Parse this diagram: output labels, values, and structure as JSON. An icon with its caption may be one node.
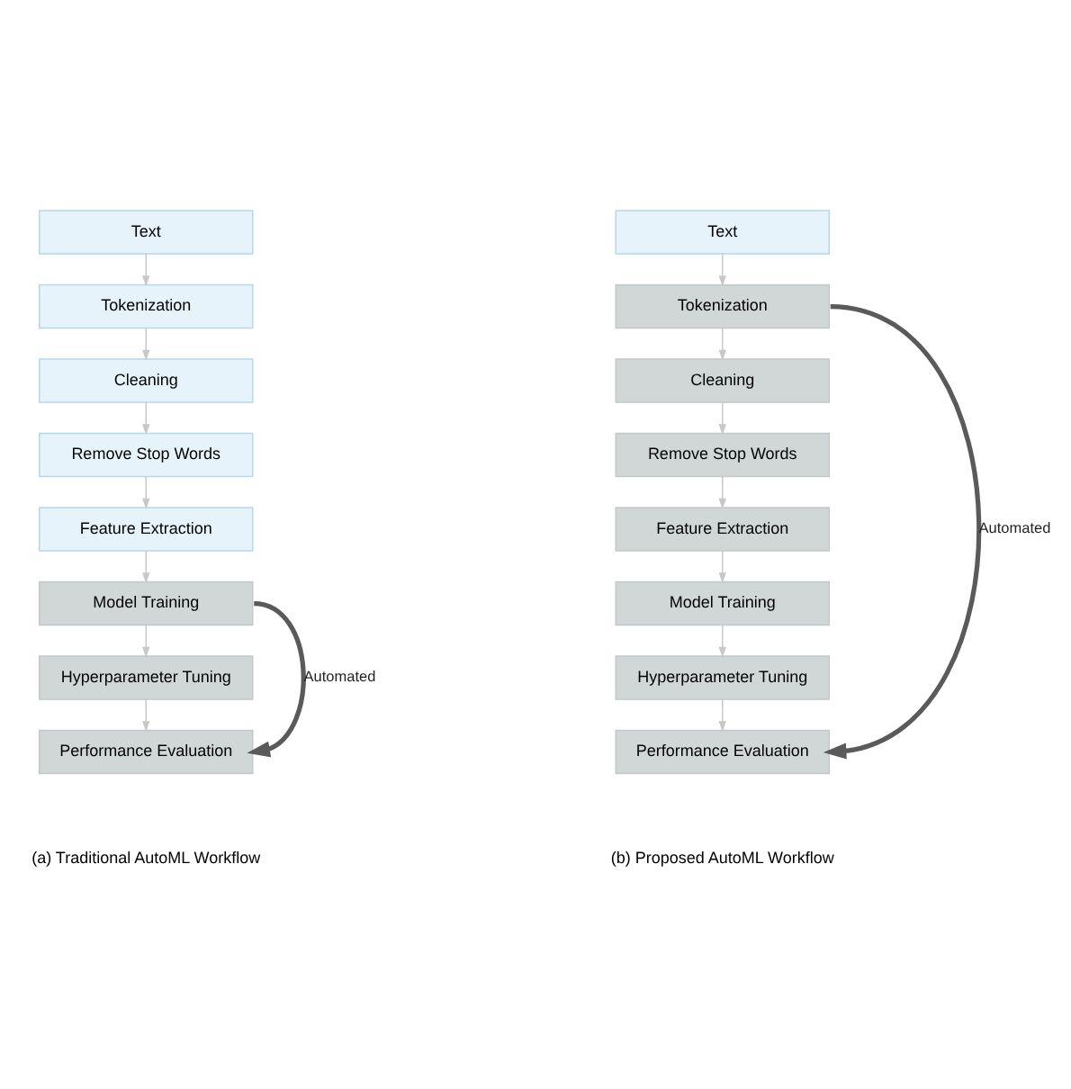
{
  "diagram": {
    "nodes": [
      {
        "text": [
          "Text"
        ]
      },
      {
        "text": [
          "Tokenization"
        ]
      },
      {
        "text": [
          "Cleaning"
        ]
      },
      {
        "text": [
          "Remove Stop Words"
        ]
      },
      {
        "text": [
          "Feature Extraction"
        ]
      },
      {
        "text": [
          "Model Training"
        ]
      },
      {
        "text": [
          "Hyperparameter Tuning"
        ]
      },
      {
        "text": [
          "Performance Evaluation"
        ]
      },
      {
        "text": [
          "Text"
        ]
      },
      {
        "text": [
          "Tokenization"
        ]
      },
      {
        "text": [
          "Cleaning"
        ]
      },
      {
        "text": [
          "Remove Stop Words"
        ]
      },
      {
        "text": [
          "Feature Extraction"
        ]
      },
      {
        "text": [
          "Model Training"
        ]
      },
      {
        "text": [
          "Hyperparameter Tuning"
        ]
      },
      {
        "text": [
          "Performance Evaluation"
        ]
      }
    ],
    "edges": [
      {
        "from": 0,
        "to": 1,
        "arrow": "to"
      },
      {
        "from": 1,
        "to": 2,
        "arrow": "to"
      },
      {
        "from": 2,
        "to": 3,
        "arrow": "to"
      },
      {
        "from": 3,
        "to": 4,
        "arrow": "to"
      },
      {
        "from": 4,
        "to": 5,
        "arrow": "to"
      },
      {
        "from": 5,
        "to": 6,
        "arrow": "to"
      },
      {
        "from": 6,
        "to": 7,
        "arrow": "to"
      },
      {
        "from": 5,
        "to": 7,
        "arrow": "to",
        "label": "Automated",
        "style": "thick",
        "color": "#5a5a5a"
      },
      {
        "from": 8,
        "to": 9,
        "arrow": "to"
      },
      {
        "from": 9,
        "to": 10,
        "arrow": "to"
      },
      {
        "from": 10,
        "to": 11,
        "arrow": "to"
      },
      {
        "from": 11,
        "to": 12,
        "arrow": "to"
      },
      {
        "from": 12,
        "to": 13,
        "arrow": "to"
      },
      {
        "from": 13,
        "to": 14,
        "arrow": "to"
      },
      {
        "from": 14,
        "to": 15,
        "arrow": "to"
      },
      {
        "from": 9,
        "to": 15,
        "arrow": "to",
        "label": "Automated",
        "style": "thick",
        "color": "#5a5a5a"
      }
    ],
    "labels": [
      "(a) Traditional AutoML Workflow",
      "(b) Proposed AutoML Workflow"
    ]
  }
}
